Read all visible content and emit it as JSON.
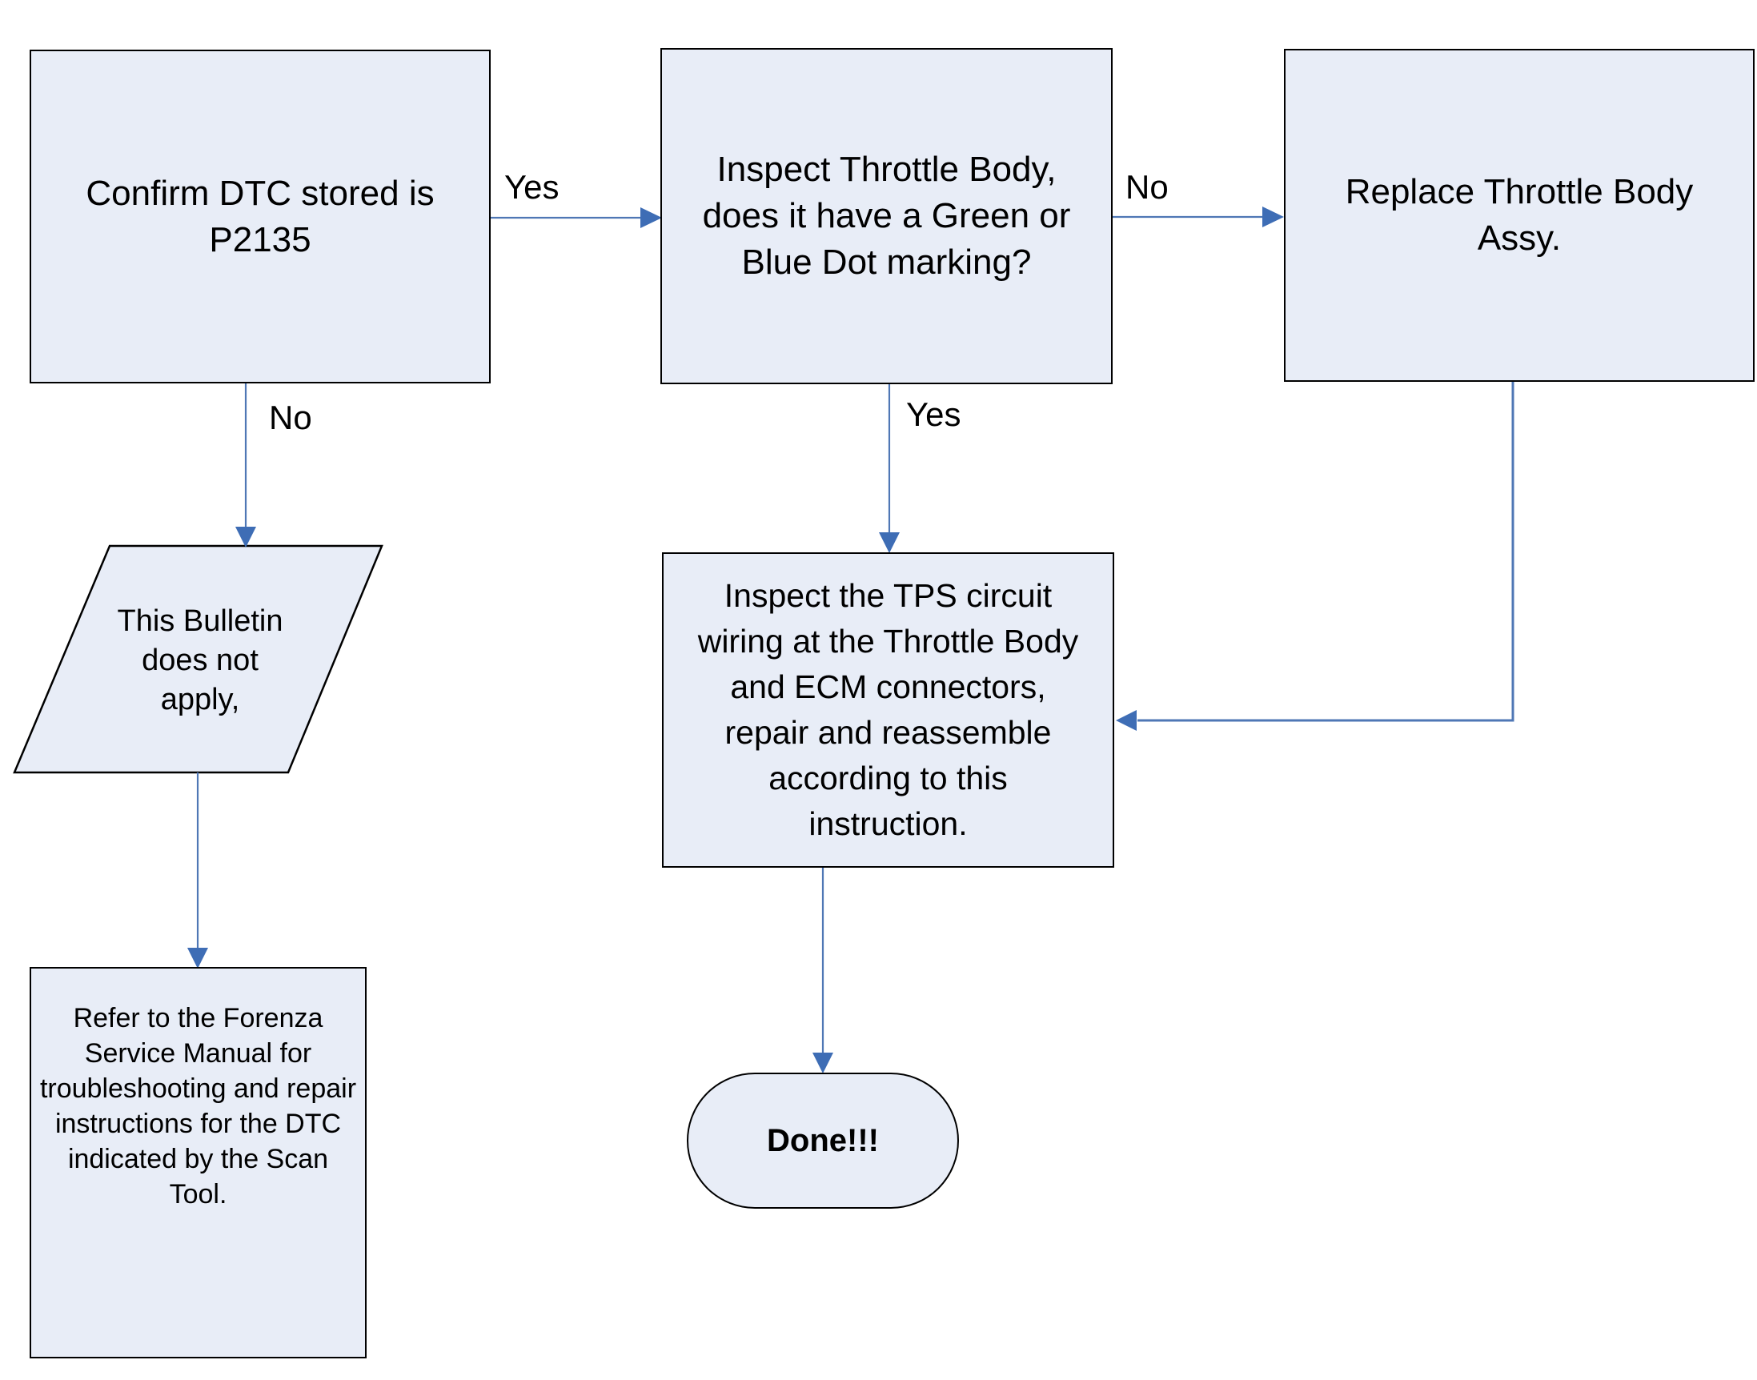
{
  "diagram": {
    "colors": {
      "node-fill": "#e8edf7",
      "node-border": "#000000",
      "arrow-line": "#4f77b5",
      "arrow-head": "#3e6db5",
      "text": "#000000"
    },
    "nodes": {
      "confirm": {
        "label": "Confirm DTC stored is\nP2135"
      },
      "inspect_tb": {
        "label": "Inspect Throttle Body,\ndoes it have a Green or\nBlue Dot marking?"
      },
      "replace_tb": {
        "label": "Replace Throttle Body\nAssy."
      },
      "not_apply": {
        "label": "This Bulletin\ndoes not\napply,"
      },
      "refer_manual": {
        "label": "Refer to the Forenza\nService Manual for\ntroubleshooting and repair\ninstructions for the DTC\nindicated by the Scan\nTool."
      },
      "inspect_tps": {
        "label": "Inspect the TPS circuit\nwiring at the Throttle Body\nand ECM connectors,\nrepair and reassemble\naccording to this\ninstruction."
      },
      "done": {
        "label": "Done!!!"
      }
    },
    "edge_labels": {
      "confirm_yes": "Yes",
      "confirm_no": "No",
      "inspect_no": "No",
      "inspect_yes": "Yes"
    }
  }
}
